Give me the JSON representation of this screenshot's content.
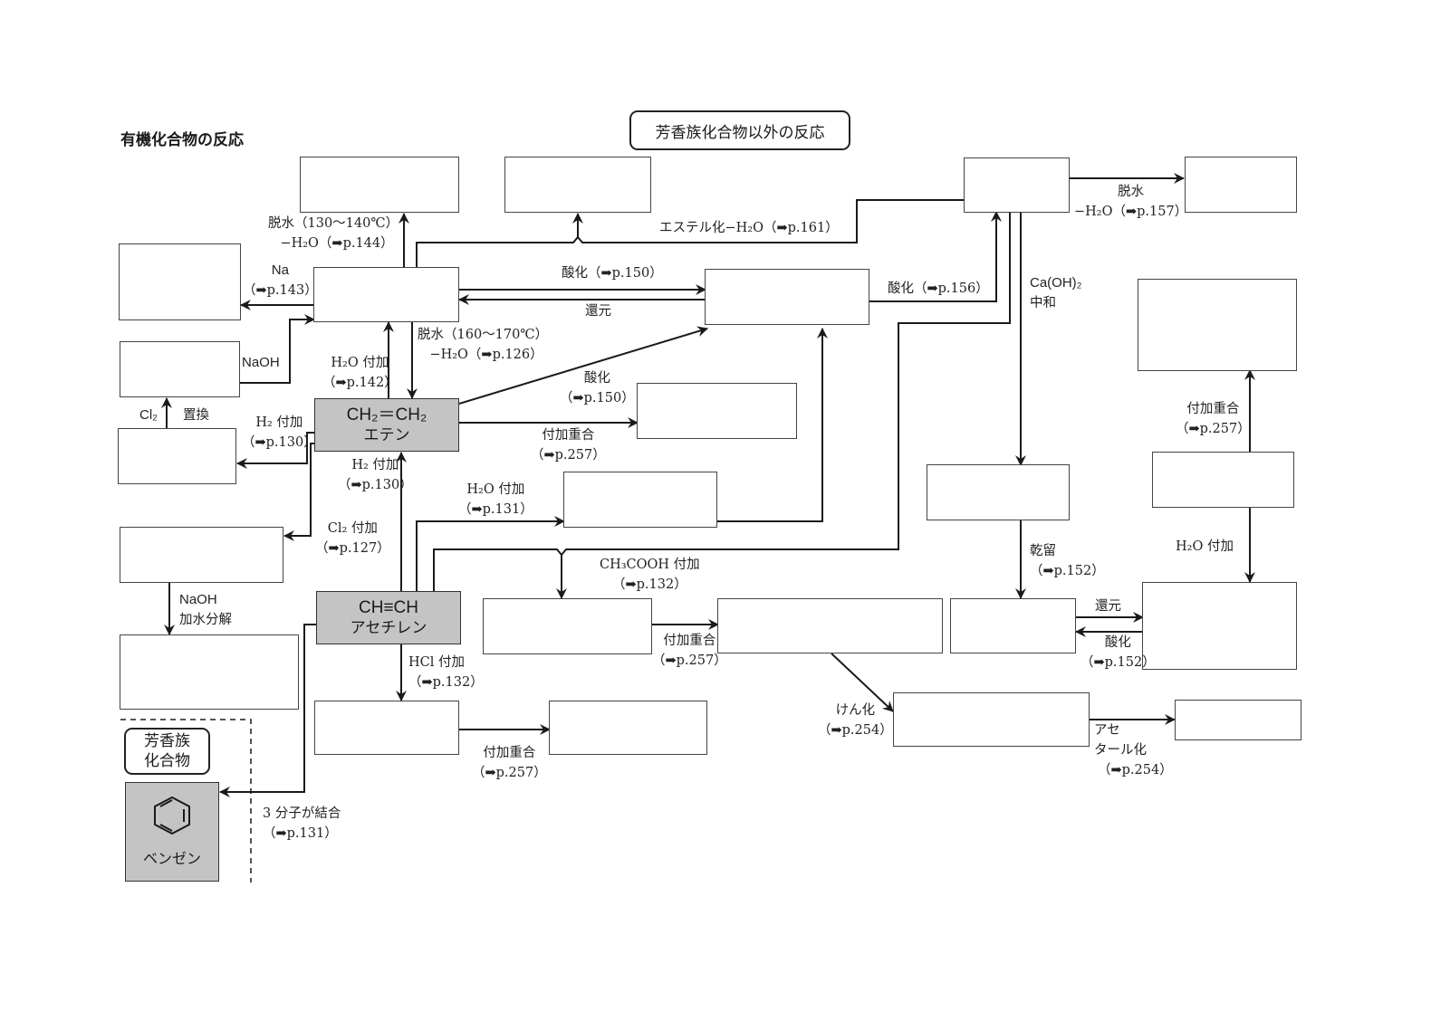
{
  "title": "有機化合物の反応",
  "section_nonaromatic": "芳香族化合物以外の反応",
  "section_aromatic": [
    "芳香族",
    "化合物"
  ],
  "start_compounds": {
    "ethene": {
      "formula": "CH₂＝CH₂",
      "name": "エテン"
    },
    "acetylene": {
      "formula": "CH≡CH",
      "name": "アセチレン"
    },
    "benzene": {
      "name": "ベンゼン",
      "icon": "benzene-ring-icon"
    }
  },
  "colors": {
    "start_fill": "#c4c4c4",
    "line": "#1a1a1a",
    "box_border": "#444444"
  },
  "labels": {
    "dehydrate_130": [
      "脱水（130〜140℃）",
      "−H₂O（➡p.144）"
    ],
    "na": [
      "Na",
      "（➡p.143）"
    ],
    "naoh": "NaOH",
    "cl2_subst": [
      "Cl₂",
      "置換"
    ],
    "h2_add_ethene_left": [
      "H₂ 付加",
      "（➡p.130）"
    ],
    "h2o_add_ethene": [
      "H₂O 付加",
      "（➡p.142）"
    ],
    "dehydrate_160": [
      "脱水（160〜170℃）",
      "−H₂O（➡p.126）"
    ],
    "oxidize_150_top": "酸化（➡p.150）",
    "reduce_top": "還元",
    "oxidize_150_diag": [
      "酸化",
      "（➡p.150）"
    ],
    "addpoly_ethene": [
      "付加重合",
      "（➡p.257）"
    ],
    "h2_add_acetylene": [
      "H₂ 付加",
      "（➡p.130）"
    ],
    "cl2_add": [
      "Cl₂ 付加",
      "（➡p.127）"
    ],
    "naoh_hydrolysis": [
      "NaOH",
      "加水分解"
    ],
    "h2o_add_acetylene": [
      "H₂O 付加",
      "（➡p.131）"
    ],
    "ch3cooh_add": [
      "CH₃COOH 付加",
      "（➡p.132）"
    ],
    "hcl_add": [
      "HCl 付加",
      "（➡p.132）"
    ],
    "addpoly_vinylacetate": [
      "付加重合",
      "（➡p.257）"
    ],
    "addpoly_vinylchloride": [
      "付加重合",
      "（➡p.257）"
    ],
    "trimerize": [
      "3 分子が結合",
      "（➡p.131）"
    ],
    "esterify": "エステル化−H₂O（➡p.161）",
    "oxidize_156": "酸化（➡p.156）",
    "dehydrate_157": [
      "脱水",
      "−H₂O（➡p.157）"
    ],
    "caoh2": [
      "Ca(OH)₂",
      "中和"
    ],
    "dry_distill": [
      "乾留",
      "（➡p.152）"
    ],
    "reduce_right": "還元",
    "oxidize_152": [
      "酸化",
      "（➡p.152）"
    ],
    "addpoly_right": [
      "付加重合",
      "（➡p.257）"
    ],
    "h2o_add_right": "H₂O 付加",
    "saponify": [
      "けん化",
      "（➡p.254）"
    ],
    "acetalize": [
      "アセ",
      "タール化",
      "（➡p.254）"
    ]
  }
}
